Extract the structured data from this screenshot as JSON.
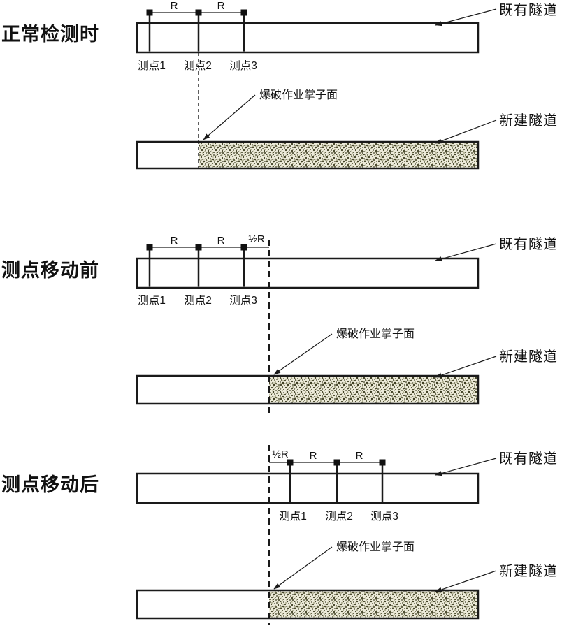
{
  "diagram": {
    "sections": [
      {
        "title": "正常检测时",
        "dims": [
          "R",
          "R"
        ],
        "points": [
          "测点1",
          "测点2",
          "测点3"
        ],
        "existing_tunnel": "既有隧道",
        "new_tunnel": "新建隧道",
        "working_face": "爆破作业掌子面"
      },
      {
        "title": "测点移动前",
        "dims": [
          "R",
          "R",
          "½R"
        ],
        "points": [
          "测点1",
          "测点2",
          "测点3"
        ],
        "existing_tunnel": "既有隧道",
        "new_tunnel": "新建隧道",
        "working_face": "爆破作业掌子面"
      },
      {
        "title": "测点移动后",
        "dims": [
          "½R",
          "R",
          "R"
        ],
        "points": [
          "测点1",
          "测点2",
          "测点3"
        ],
        "existing_tunnel": "既有隧道",
        "new_tunnel": "新建隧道",
        "working_face": "爆破作业掌子面"
      }
    ],
    "colors": {
      "line": "#1a1a1a",
      "excavated_fill": "#ecead9",
      "excavated_speckle": "#3b3b1f",
      "background": "#ffffff"
    }
  }
}
